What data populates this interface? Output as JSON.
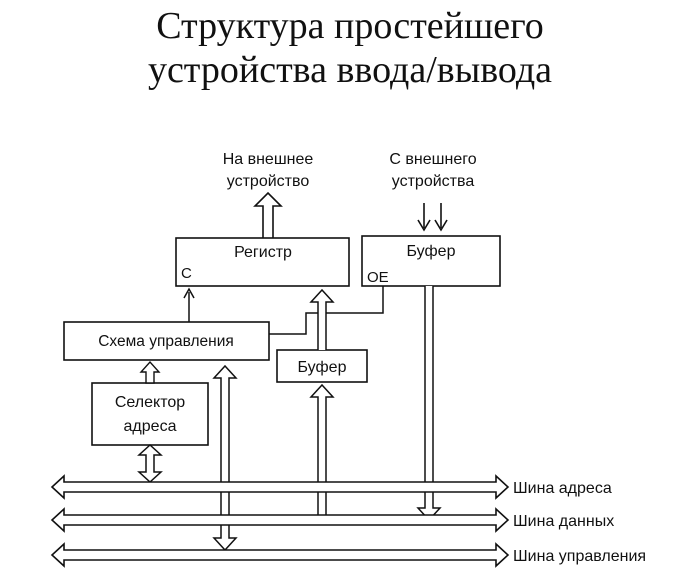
{
  "title": {
    "line1": "Структура простейшего",
    "line2": "устройства ввода/вывода"
  },
  "labels": {
    "to_external_line1": "На внешнее",
    "to_external_line2": "устройство",
    "from_external_line1": "С внешнего",
    "from_external_line2": "устройства"
  },
  "blocks": {
    "register": {
      "label": "Регистр",
      "pin": "C"
    },
    "buffer_top": {
      "label": "Буфер",
      "pin": "OE"
    },
    "control": {
      "label": "Схема управления"
    },
    "buffer_mid": {
      "label": "Буфер"
    },
    "selector": {
      "line1": "Селектор",
      "line2": "адреса"
    }
  },
  "buses": {
    "address": "Шина адреса",
    "data": "Шина данных",
    "control": "Шина управления"
  }
}
